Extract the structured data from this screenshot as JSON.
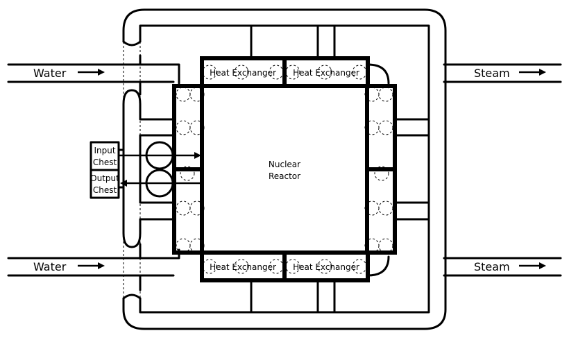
{
  "inflow": {
    "top": "Water",
    "bottom": "Water"
  },
  "outflow": {
    "top": "Steam",
    "bottom": "Steam"
  },
  "reactor": {
    "line1": "Nuclear",
    "line2": "Reactor"
  },
  "heat_exchangers": [
    "Heat Exchanger",
    "Heat Exchanger",
    "Heat Exchanger",
    "Heat Exchanger"
  ],
  "input_chest": {
    "line1": "Input",
    "line2": "Chest"
  },
  "output_chest": {
    "line1": "Output",
    "line2": "Chest"
  }
}
